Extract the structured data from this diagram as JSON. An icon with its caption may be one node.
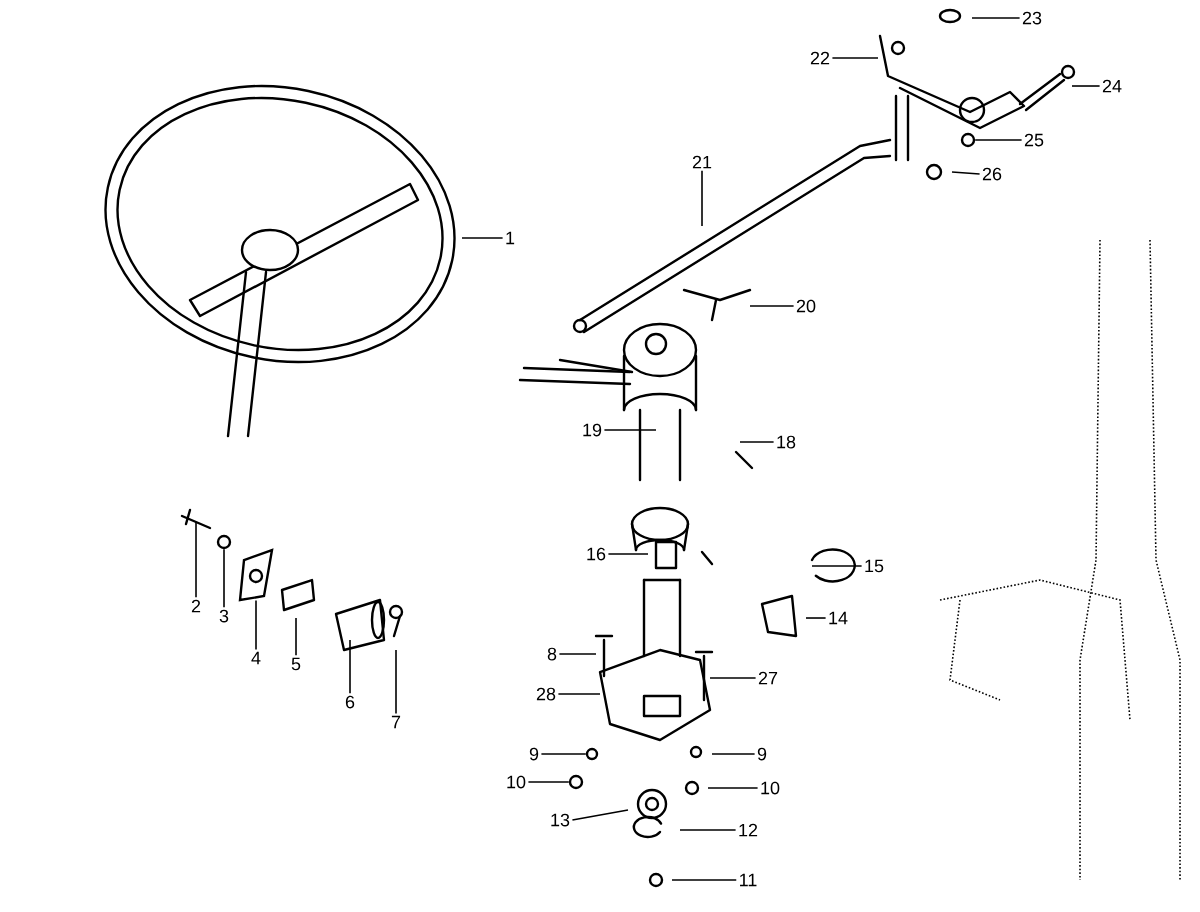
{
  "diagram": {
    "nodes": [
      {
        "text": [
          "23"
        ]
      },
      {
        "text": [
          "22"
        ]
      },
      {
        "text": [
          "24"
        ]
      },
      {
        "text": [
          "25"
        ]
      },
      {
        "text": [
          "21"
        ]
      },
      {
        "text": [
          "26"
        ]
      },
      {
        "text": [
          "1"
        ]
      },
      {
        "text": [
          "20"
        ]
      },
      {
        "text": [
          "19"
        ]
      },
      {
        "text": [
          "18"
        ]
      },
      {
        "text": [
          "16"
        ]
      },
      {
        "text": [
          "15"
        ]
      },
      {
        "text": [
          "2"
        ]
      },
      {
        "text": [
          "3"
        ]
      },
      {
        "text": [
          "14"
        ]
      },
      {
        "text": [
          "8"
        ]
      },
      {
        "text": [
          "4"
        ]
      },
      {
        "text": [
          "5"
        ]
      },
      {
        "text": [
          "27"
        ]
      },
      {
        "text": [
          "28"
        ]
      },
      {
        "text": [
          "6"
        ]
      },
      {
        "text": [
          "7"
        ]
      },
      {
        "text": [
          "9"
        ]
      },
      {
        "text": [
          "9"
        ]
      },
      {
        "text": [
          "10"
        ]
      },
      {
        "text": [
          "10"
        ]
      },
      {
        "text": [
          "13"
        ]
      },
      {
        "text": [
          "12"
        ]
      },
      {
        "text": [
          "11"
        ]
      },
      {
        "text": [],
        "shape": "circle"
      },
      {
        "text": [],
        "shape": "picture"
      },
      {
        "text": [],
        "shape": "circle"
      },
      {
        "text": [],
        "shape": "circle"
      },
      {
        "text": [],
        "shape": "circle"
      }
    ],
    "edges": [
      {
        "from": 0,
        "to": null,
        "arrow": "none"
      },
      {
        "from": 1,
        "to": null,
        "arrow": "none"
      },
      {
        "from": 2,
        "to": null,
        "arrow": "none"
      },
      {
        "from": 3,
        "to": 29,
        "arrow": "none"
      },
      {
        "from": 4,
        "to": null,
        "arrow": "none"
      },
      {
        "from": 5,
        "to": null,
        "arrow": "none"
      },
      {
        "from": 6,
        "to": null,
        "arrow": "none"
      },
      {
        "from": 7,
        "to": null,
        "arrow": "none"
      },
      {
        "from": 8,
        "to": null,
        "arrow": "none"
      },
      {
        "from": 9,
        "to": null,
        "arrow": "none"
      },
      {
        "from": 10,
        "to": null,
        "arrow": "none"
      },
      {
        "from": 11,
        "to": null,
        "arrow": "none"
      },
      {
        "from": 12,
        "to": null,
        "arrow": "none"
      },
      {
        "from": 13,
        "to": 32,
        "arrow": "none"
      },
      {
        "from": 14,
        "to": null,
        "arrow": "none"
      },
      {
        "from": 15,
        "to": null,
        "arrow": "none"
      },
      {
        "from": 16,
        "to": 30,
        "arrow": "none"
      },
      {
        "from": 17,
        "to": null,
        "arrow": "none"
      },
      {
        "from": 18,
        "to": null,
        "arrow": "none"
      },
      {
        "from": 19,
        "to": null,
        "arrow": "none"
      },
      {
        "from": 20,
        "to": null,
        "arrow": "none"
      },
      {
        "from": 21,
        "to": null,
        "arrow": "none"
      },
      {
        "from": 22,
        "to": 33,
        "arrow": "none"
      },
      {
        "from": 23,
        "to": null,
        "arrow": "none"
      },
      {
        "from": 24,
        "to": 31,
        "arrow": "none"
      },
      {
        "from": 25,
        "to": null,
        "arrow": "none"
      },
      {
        "from": 26,
        "to": null,
        "arrow": "none"
      },
      {
        "from": 27,
        "to": null,
        "arrow": "none"
      },
      {
        "from": 28,
        "to": null,
        "arrow": "none"
      }
    ]
  }
}
